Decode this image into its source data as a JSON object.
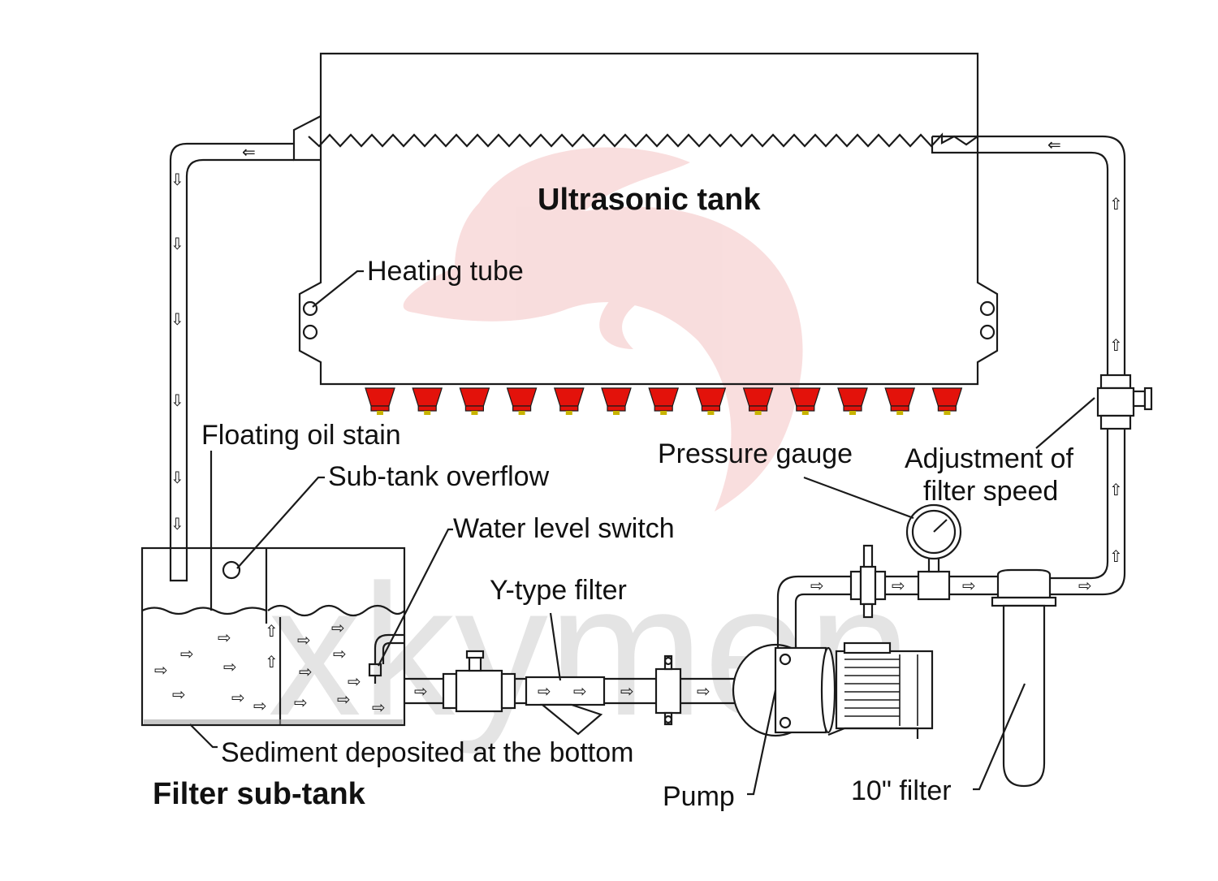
{
  "labels": {
    "ultrasonic_tank": "Ultrasonic tank",
    "heating_tube": "Heating tube",
    "floating_oil_stain": "Floating oil stain",
    "sub_tank_overflow": "Sub-tank overflow",
    "water_level_switch": "Water level switch",
    "y_type_filter": "Y-type filter",
    "pressure_gauge": "Pressure gauge",
    "adjustment_line1": "Adjustment of",
    "adjustment_line2": "filter speed",
    "sediment": "Sediment deposited at the bottom",
    "filter_sub_tank": "Filter sub-tank",
    "pump": "Pump",
    "ten_inch_filter": "10\" filter"
  },
  "watermark": {
    "text": "xkymen",
    "logo": "dolphin-logo"
  },
  "colors": {
    "transducer": "#e3120b",
    "line": "#1a1a1a",
    "watermark_logo": "#f1b6b6"
  },
  "transducer_count": 13
}
